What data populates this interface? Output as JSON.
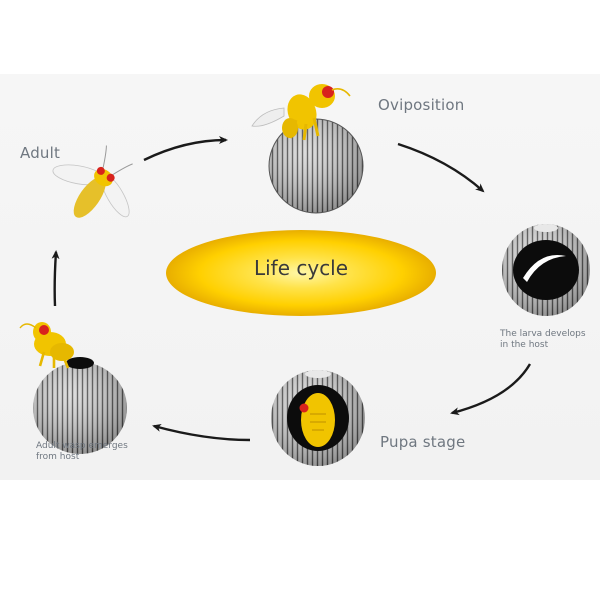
{
  "title": "Life cycle",
  "stages": {
    "oviposition": {
      "label": "Oviposition"
    },
    "larva": {
      "line1": "The larva develops",
      "line2": "in the host"
    },
    "pupa": {
      "label": "Pupa stage"
    },
    "emergence": {
      "line1": "Adult wasp emerges",
      "line2": "from host"
    },
    "adult": {
      "label": "Adult"
    }
  },
  "colors": {
    "ellipse_center": "#fff7a8",
    "ellipse_mid": "#ffd400",
    "ellipse_edge": "#e2a800",
    "wasp_body": "#f1c400",
    "wasp_eye": "#d8231c",
    "host_shell": "#c9c9c9",
    "host_stripe": "#4a4a4a",
    "host_cavity": "#0c0c0c",
    "arrow": "#1a1a1a",
    "label_text": "#6f7780"
  },
  "icons": [
    "curved-arrow-icon",
    "wasp-icon",
    "host-egg-icon",
    "larva-icon",
    "pupa-icon"
  ]
}
